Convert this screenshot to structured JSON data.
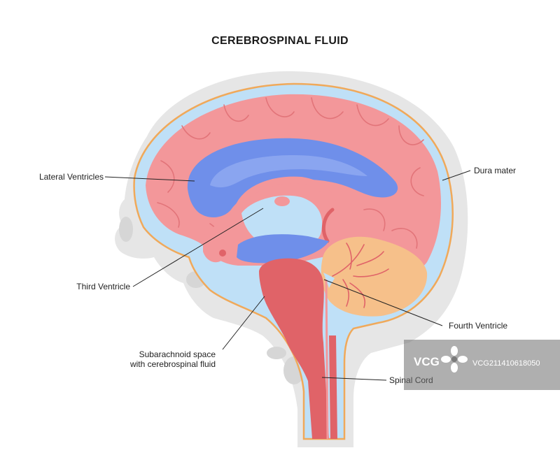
{
  "title": "CEREBROSPINAL FLUID",
  "labels": {
    "lateral_ventricles": "Lateral Ventricles",
    "dura_mater": "Dura mater",
    "third_ventricle": "Third Ventricle",
    "fourth_ventricle": "Fourth Ventricle",
    "subarachnoid_line1": "Subarachnoid space",
    "subarachnoid_line2": "with cerebrospinal fluid",
    "spinal_cord": "Spinal Cord"
  },
  "watermark": {
    "logo": "VCG",
    "id": "VCG211410618050"
  },
  "colors": {
    "skull": "#e6e6e6",
    "dura": "#f0a95a",
    "csf": "#bfe0f7",
    "cortex": "#f3979a",
    "cortex_fold": "#e27479",
    "ventricle": "#6f8fea",
    "ventricle_inner": "#8aa5f0",
    "cerebellum": "#f6c08a",
    "brainstem": "#e06368"
  }
}
